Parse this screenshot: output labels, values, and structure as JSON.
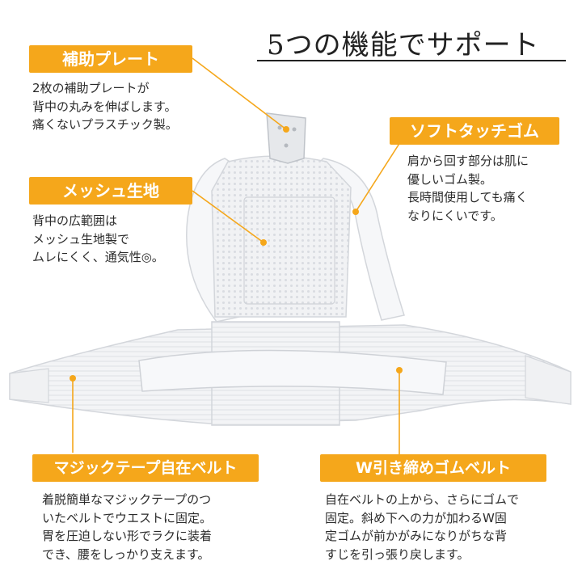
{
  "title": "5つの機能でサポート",
  "features": {
    "plate": {
      "label": "補助プレート",
      "desc": "2枚の補助プレートが\n背中の丸みを伸ばします。\n痛くないプラスチック製。"
    },
    "mesh": {
      "label": "メッシュ生地",
      "desc": "背中の広範囲は\nメッシュ生地製で\nムレにくく、通気性◎。"
    },
    "soft": {
      "label": "ソフトタッチゴム",
      "desc": "肩から回す部分は肌に\n優しいゴム製。\n長時間使用しても痛く\nなりにくいです。"
    },
    "magic": {
      "label": "マジックテープ自在ベルト",
      "desc": "着脱簡単なマジックテープのつ\nいたベルトでウエストに固定。\n胃を圧迫しない形でラクに装着\nでき、腰をしっかり支えます。"
    },
    "wbelt": {
      "label": "W引き締めゴムベルト",
      "desc": "自在ベルトの上から、さらにゴムで\n固定。斜め下への力が加わるW固\n定ゴムが前かがみになりがちな背\nすじを引っ張り戻します。"
    }
  },
  "colors": {
    "accent": "#f5a71b",
    "text": "#2b2b2b"
  }
}
